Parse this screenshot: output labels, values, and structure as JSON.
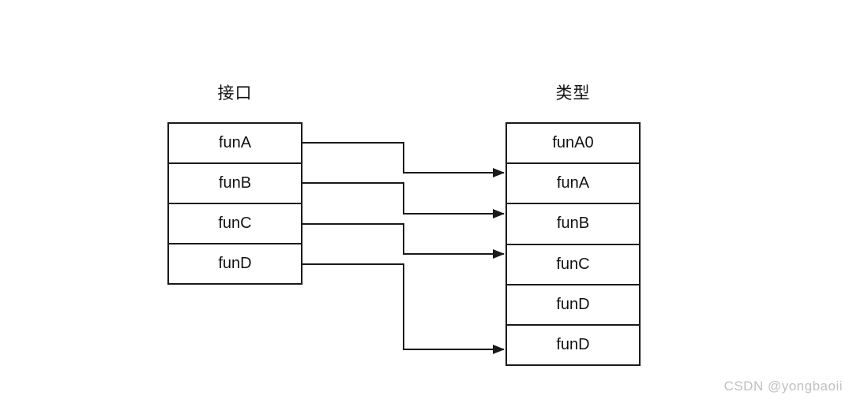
{
  "diagram": {
    "left_column": {
      "title": "接口",
      "rows": [
        "funA",
        "funB",
        "funC",
        "funD"
      ]
    },
    "right_column": {
      "title": "类型",
      "rows": [
        "funA0",
        "funA",
        "funB",
        "funC",
        "funD",
        "funD"
      ]
    },
    "edges": [
      {
        "from_left_row": 0,
        "to_right_row": 1,
        "label": "funA → funA"
      },
      {
        "from_left_row": 1,
        "to_right_row": 2,
        "label": "funB → funB"
      },
      {
        "from_left_row": 2,
        "to_right_row": 3,
        "label": "funC → funC"
      },
      {
        "from_left_row": 3,
        "to_right_row": 5,
        "label": "funD → funD"
      }
    ]
  },
  "colors": {
    "stroke": "#1a1a1a",
    "background": "#ffffff",
    "watermark": "#bfbfbf"
  },
  "watermark": {
    "text": "CSDN @yongbaoii"
  }
}
